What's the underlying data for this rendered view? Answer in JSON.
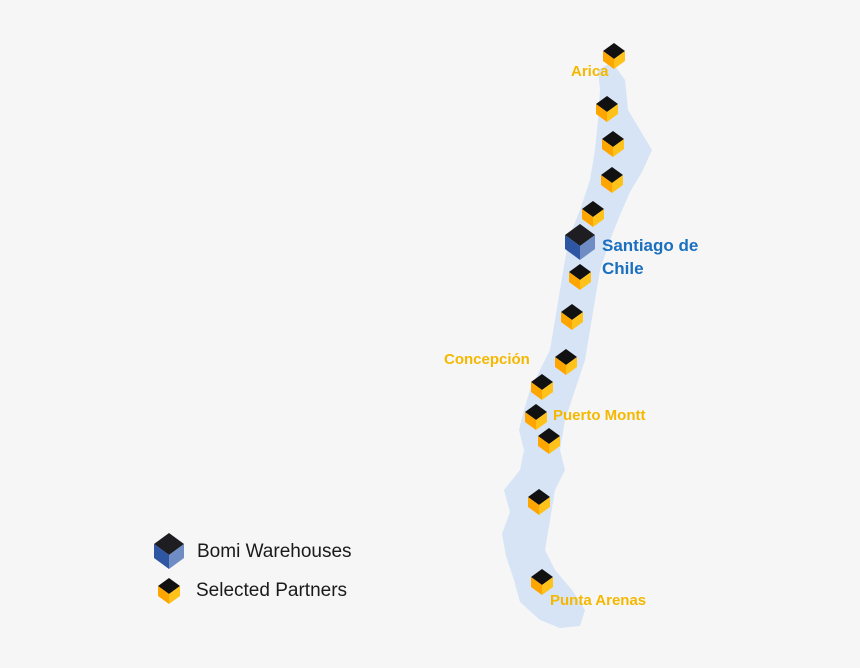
{
  "map": {
    "country_fill": "#d6e4f5",
    "capital_label_line1": "Santiago de",
    "capital_label_line2": "Chile",
    "cities": [
      "Arica",
      "Concepción",
      "Puerto Montt",
      "Punta Arenas"
    ]
  },
  "legend": {
    "warehouses_label": "Bomi Warehouses",
    "partners_label": "Selected Partners"
  },
  "colors": {
    "partner_top": "#111111",
    "partner_side": "#ffa500",
    "warehouse_top": "#1e1e22",
    "warehouse_side": "#3a5ea8",
    "city_label": "#f5b800",
    "capital_label": "#1a6fbf"
  }
}
